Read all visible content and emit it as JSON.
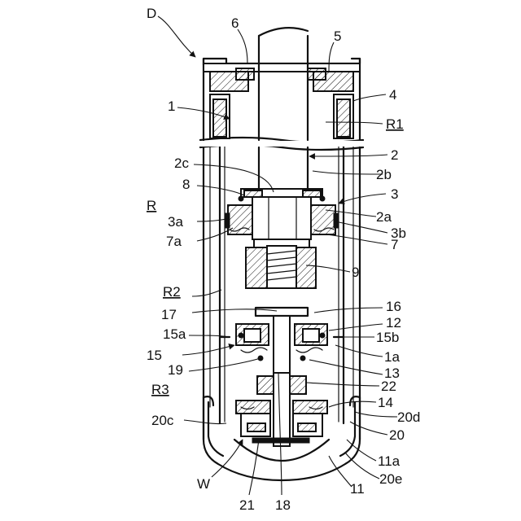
{
  "figure_label": "D",
  "labels": {
    "l1": "1",
    "l1a": "1a",
    "l2": "2",
    "l2a": "2a",
    "l2b": "2b",
    "l2c": "2c",
    "l3": "3",
    "l3a": "3a",
    "l3b": "3b",
    "l4": "4",
    "l5": "5",
    "l6": "6",
    "l7": "7",
    "l7a": "7a",
    "l8": "8",
    "l9": "9",
    "l11": "11",
    "l11a": "11a",
    "l12": "12",
    "l13": "13",
    "l14": "14",
    "l15": "15",
    "l15a": "15a",
    "l15b": "15b",
    "l16": "16",
    "l17": "17",
    "l18": "18",
    "l19": "19",
    "l20": "20",
    "l20c": "20c",
    "l20d": "20d",
    "l20e": "20e",
    "l21": "21",
    "l22": "22",
    "lR": "R",
    "lR1": "R1",
    "lR2": "R2",
    "lR3": "R3",
    "lW": "W"
  }
}
